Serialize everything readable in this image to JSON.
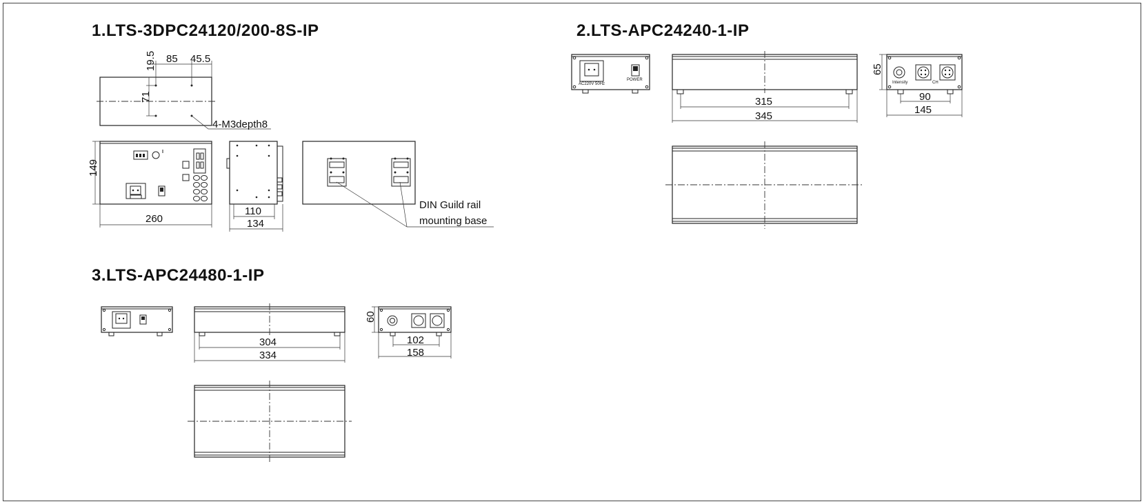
{
  "sections": [
    {
      "title": "1.LTS-3DPC24120/200-8S-IP"
    },
    {
      "title": "2.LTS-APC24240-1-IP"
    },
    {
      "title": "3.LTS-APC24480-1-IP"
    }
  ],
  "s1": {
    "dim_19_5": "19.5",
    "dim_85": "85",
    "dim_45_5": "45.5",
    "dim_71": "71",
    "holes_note": "4-M3depth8",
    "dim_149": "149",
    "dim_260": "260",
    "dim_110": "110",
    "dim_134": "134",
    "din_line1": "DIN Guild rail",
    "din_line2": "mounting base"
  },
  "s2": {
    "ac_label": "AC220V 50Hz",
    "power_label": "POWER",
    "intensity_label": "Intensity",
    "ch_label": "CH",
    "dim_315": "315",
    "dim_345": "345",
    "dim_65": "65",
    "dim_90": "90",
    "dim_145": "145"
  },
  "s3": {
    "dim_304": "304",
    "dim_334": "334",
    "dim_60": "60",
    "dim_102": "102",
    "dim_158": "158"
  }
}
